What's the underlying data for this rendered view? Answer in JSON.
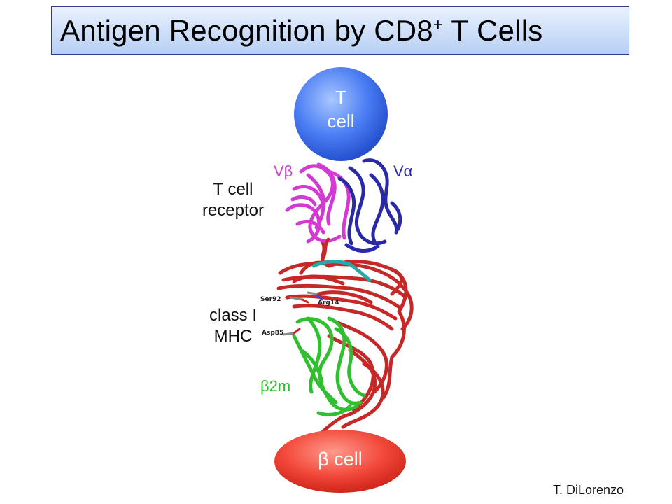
{
  "title": {
    "main": "Antigen Recognition by CD8",
    "superscript": "+",
    "suffix": " T Cells"
  },
  "t_cell": {
    "line1": "T",
    "line2": "cell"
  },
  "b_cell": {
    "label": "β cell"
  },
  "labels": {
    "tcr_line1": "T cell",
    "tcr_line2": "receptor",
    "mhc_line1": "class I",
    "mhc_line2": "MHC",
    "v_beta": "Vβ",
    "v_alpha": "Vα",
    "beta2m": "β2m"
  },
  "residues": {
    "ser92": "Ser92",
    "arg14": "Arg14",
    "asp85": "Asp85"
  },
  "credit": "T. DiLorenzo",
  "colors": {
    "t_cell": "#3b6ff0",
    "b_cell": "#f0463a",
    "v_beta": "#d23ad2",
    "v_alpha": "#2a2aa8",
    "mhc": "#c62828",
    "beta2m": "#2fbf2f",
    "peptide": "#2aa7a7"
  }
}
